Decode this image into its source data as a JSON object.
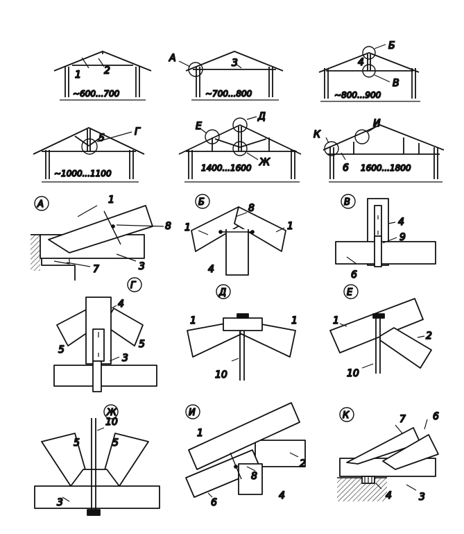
{
  "trusses": [
    {
      "span": "~600...700",
      "labels": [
        "1",
        "2"
      ]
    },
    {
      "span": "~700...800",
      "labels": [
        "А",
        "3"
      ]
    },
    {
      "span": "~800...900",
      "labels": [
        "Б",
        "4",
        "В"
      ]
    },
    {
      "span": "~1000...1100",
      "labels": [
        "5",
        "Г"
      ]
    },
    {
      "span": "1400...1600",
      "labels": [
        "Е",
        "Д",
        "Ж"
      ]
    },
    {
      "span": "1600...1800",
      "labels": [
        "К",
        "И",
        "6"
      ]
    }
  ],
  "details": [
    {
      "id": "А",
      "parts": [
        "1",
        "8",
        "7",
        "3"
      ]
    },
    {
      "id": "Б",
      "parts": [
        "8",
        "1",
        "1",
        "4"
      ]
    },
    {
      "id": "В",
      "parts": [
        "4",
        "9",
        "6"
      ]
    },
    {
      "id": "Г",
      "parts": [
        "4",
        "5",
        "5",
        "3"
      ]
    },
    {
      "id": "Д",
      "parts": [
        "1",
        "1",
        "10"
      ]
    },
    {
      "id": "Е",
      "parts": [
        "1",
        "2",
        "10"
      ]
    },
    {
      "id": "Ж",
      "parts": [
        "10",
        "5",
        "5",
        "3"
      ]
    },
    {
      "id": "И",
      "parts": [
        "1",
        "2",
        "8",
        "6",
        "4"
      ]
    },
    {
      "id": "К",
      "parts": [
        "7",
        "6",
        "4",
        "3"
      ]
    }
  ]
}
